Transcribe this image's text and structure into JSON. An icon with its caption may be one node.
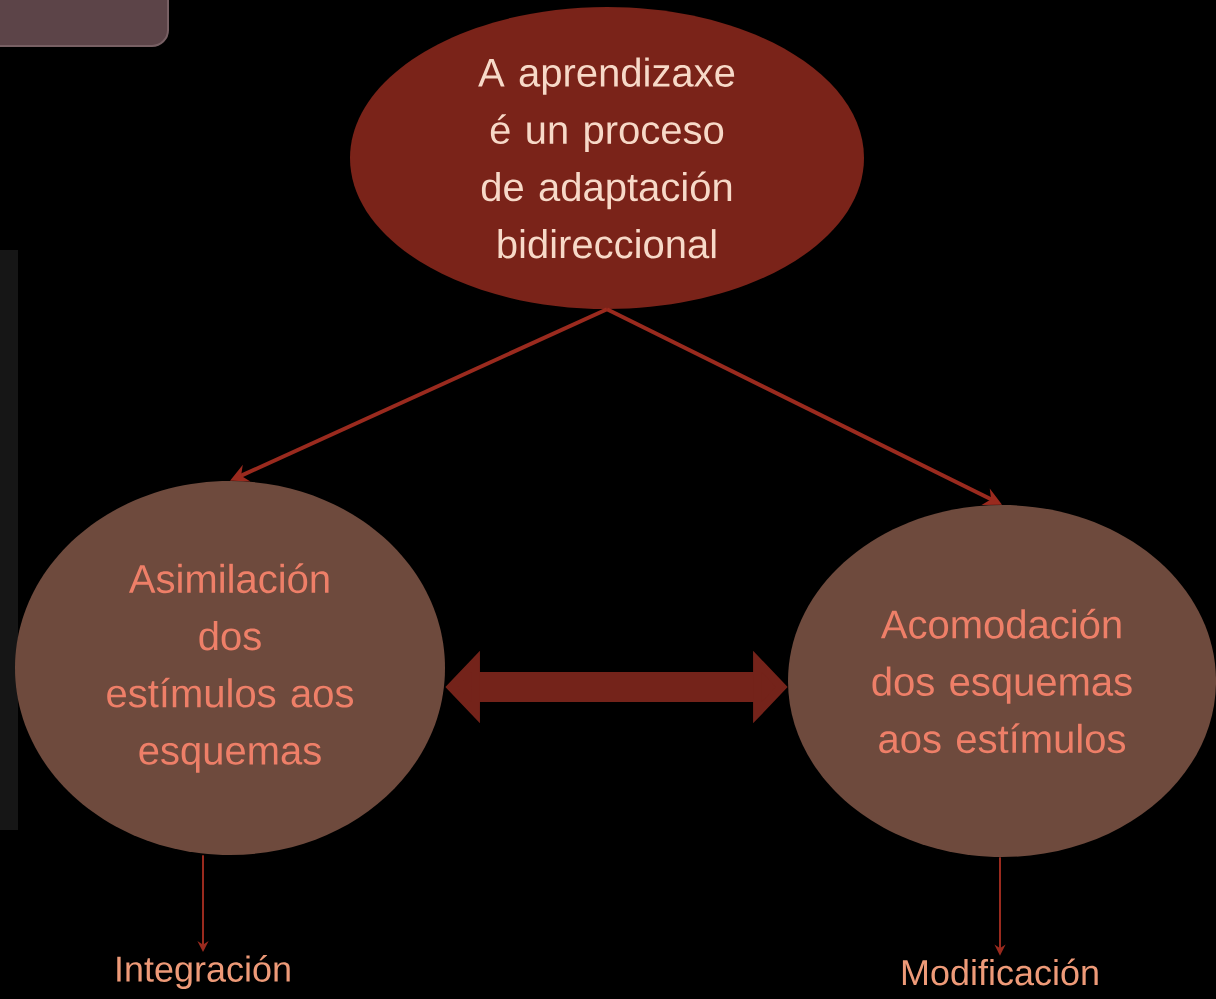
{
  "diagram": {
    "nodes": [
      {
        "text": [
          "A aprendizaxe é un proceso de adaptación bidireccional"
        ]
      },
      {
        "text": [
          "Asimilación dos estímulos aos esquemas"
        ]
      },
      {
        "text": [
          "Acomodación dos esquemas aos estímulos"
        ]
      },
      {
        "text": [
          "Integración"
        ]
      },
      {
        "text": [
          "Modificación"
        ]
      }
    ],
    "edges": [
      {
        "from": 0,
        "to": 1,
        "arrow": "to"
      },
      {
        "from": 0,
        "to": 2,
        "arrow": "to"
      },
      {
        "from": 1,
        "to": 2,
        "arrow": "both",
        "style": "thick"
      },
      {
        "from": 1,
        "to": 3,
        "arrow": "to"
      },
      {
        "from": 2,
        "to": 4,
        "arrow": "to"
      }
    ]
  }
}
